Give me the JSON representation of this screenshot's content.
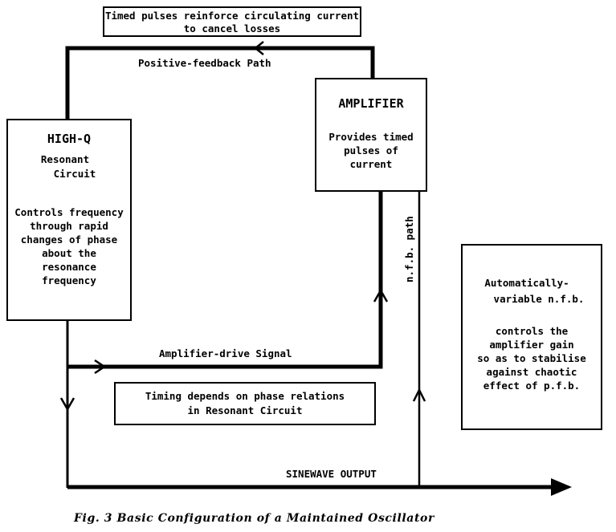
{
  "top_note": {
    "line1": "Timed pulses reinforce circulating current",
    "line2": "to cancel losses"
  },
  "pfb_path_label": "Positive-feedback Path",
  "amplifier": {
    "title": "AMPLIFIER",
    "desc": [
      "Provides timed",
      "pulses of",
      "current"
    ]
  },
  "resonant_circuit": {
    "title": "HIGH-Q",
    "subtitle": [
      "Resonant",
      "Circuit"
    ],
    "desc": [
      "Controls frequency",
      "through rapid",
      "changes of phase",
      "about the",
      "resonance",
      "frequency"
    ]
  },
  "nfb_path_label": "n.f.b. path",
  "auto_nfb": {
    "lines": [
      "Automatically-",
      "variable n.f.b.",
      "",
      "controls the",
      "amplifier gain",
      "so as to stabilise",
      "against chaotic",
      "effect of p.f.b."
    ]
  },
  "drive_signal_label": "Amplifier-drive Signal",
  "timing_note": [
    "Timing depends on phase relations",
    "in Resonant Circuit"
  ],
  "output_label": "SINEWAVE OUTPUT",
  "caption": "Fig. 3    Basic Configuration of a Maintained Oscillator"
}
